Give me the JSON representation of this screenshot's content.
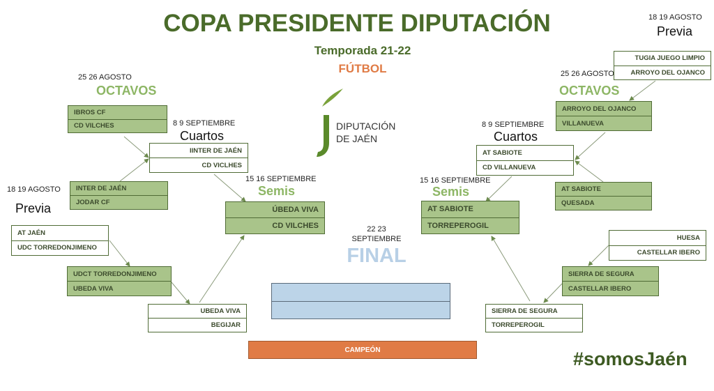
{
  "header": {
    "title": "COPA PRESIDENTE DIPUTACIÓN",
    "season": "Temporada 21-22",
    "sport": "FÚTBOL"
  },
  "logo": {
    "line1": "DIPUTACIÓN",
    "line2": "DE JAÉN"
  },
  "left": {
    "octavos": {
      "date": "25 26 AGOSTO",
      "label": "OCTAVOS"
    },
    "cuartos": {
      "date": "8 9 SEPTIEMBRE",
      "label": "Cuartos"
    },
    "previa": {
      "date": "18 19 AGOSTO",
      "label": "Previa"
    },
    "semis": {
      "date": "15 16 SEPTIEMBRE",
      "label": "Semis"
    },
    "matches": [
      {
        "teams": [
          "IBROS CF",
          "CD VILCHES"
        ]
      },
      {
        "teams": [
          "IINTER DE JAÉN",
          "CD VICLHES"
        ]
      },
      {
        "teams": [
          "INTER DE JAÉN",
          "JODAR CF"
        ]
      },
      {
        "teams": [
          "ÚBEDA VIVA",
          "CD VILCHES"
        ]
      },
      {
        "teams": [
          "AT JAÉN",
          "UDC TORREDONJIMENO"
        ]
      },
      {
        "teams": [
          "UDCT TORREDONJIMENO",
          "UBEDA VIVA"
        ]
      },
      {
        "teams": [
          "UBEDA VIVA",
          "BEGIJAR"
        ]
      }
    ]
  },
  "right": {
    "previa": {
      "date": "18 19 AGOSTO",
      "label": "Previa"
    },
    "octavos": {
      "date": "25 26 AGOSTO",
      "label": "OCTAVOS"
    },
    "cuartos": {
      "date": "8 9 SEPTIEMBRE",
      "label": "Cuartos"
    },
    "semis": {
      "date": "15 16 SEPTIEMBRE",
      "label": "Semis"
    },
    "matches": [
      {
        "teams": [
          "TUGIA JUEGO LIMPIO",
          "ARROYO DEL OJANCO"
        ]
      },
      {
        "teams": [
          "ARROYO DEL OJANCO",
          "VILLANUEVA"
        ]
      },
      {
        "teams": [
          "AT SABIOTE",
          "CD VILLANUEVA"
        ]
      },
      {
        "teams": [
          "AT SABIOTE",
          "QUESADA"
        ]
      },
      {
        "teams": [
          "AT SABIOTE",
          "TORREPEROGIL"
        ]
      },
      {
        "teams": [
          "HUESA",
          "CASTELLAR IBERO"
        ]
      },
      {
        "teams": [
          "SIERRA DE SEGURA",
          "CASTELLAR IBERO"
        ]
      },
      {
        "teams": [
          "SIERRA DE SEGURA",
          "TORREPEROGIL"
        ]
      }
    ]
  },
  "final": {
    "date_line1": "22 23",
    "date_line2": "SEPTIEMBRE",
    "label": "FINAL",
    "teams": [
      "",
      ""
    ]
  },
  "champion": {
    "label": "CAMPEÓN"
  },
  "hashtag": "#somosJaén",
  "colors": {
    "title": "#4a6b2a",
    "green_box": "#a9c48a",
    "final": "#bcd4e8",
    "champion": "#e07b45",
    "sport": "#e07b45"
  }
}
